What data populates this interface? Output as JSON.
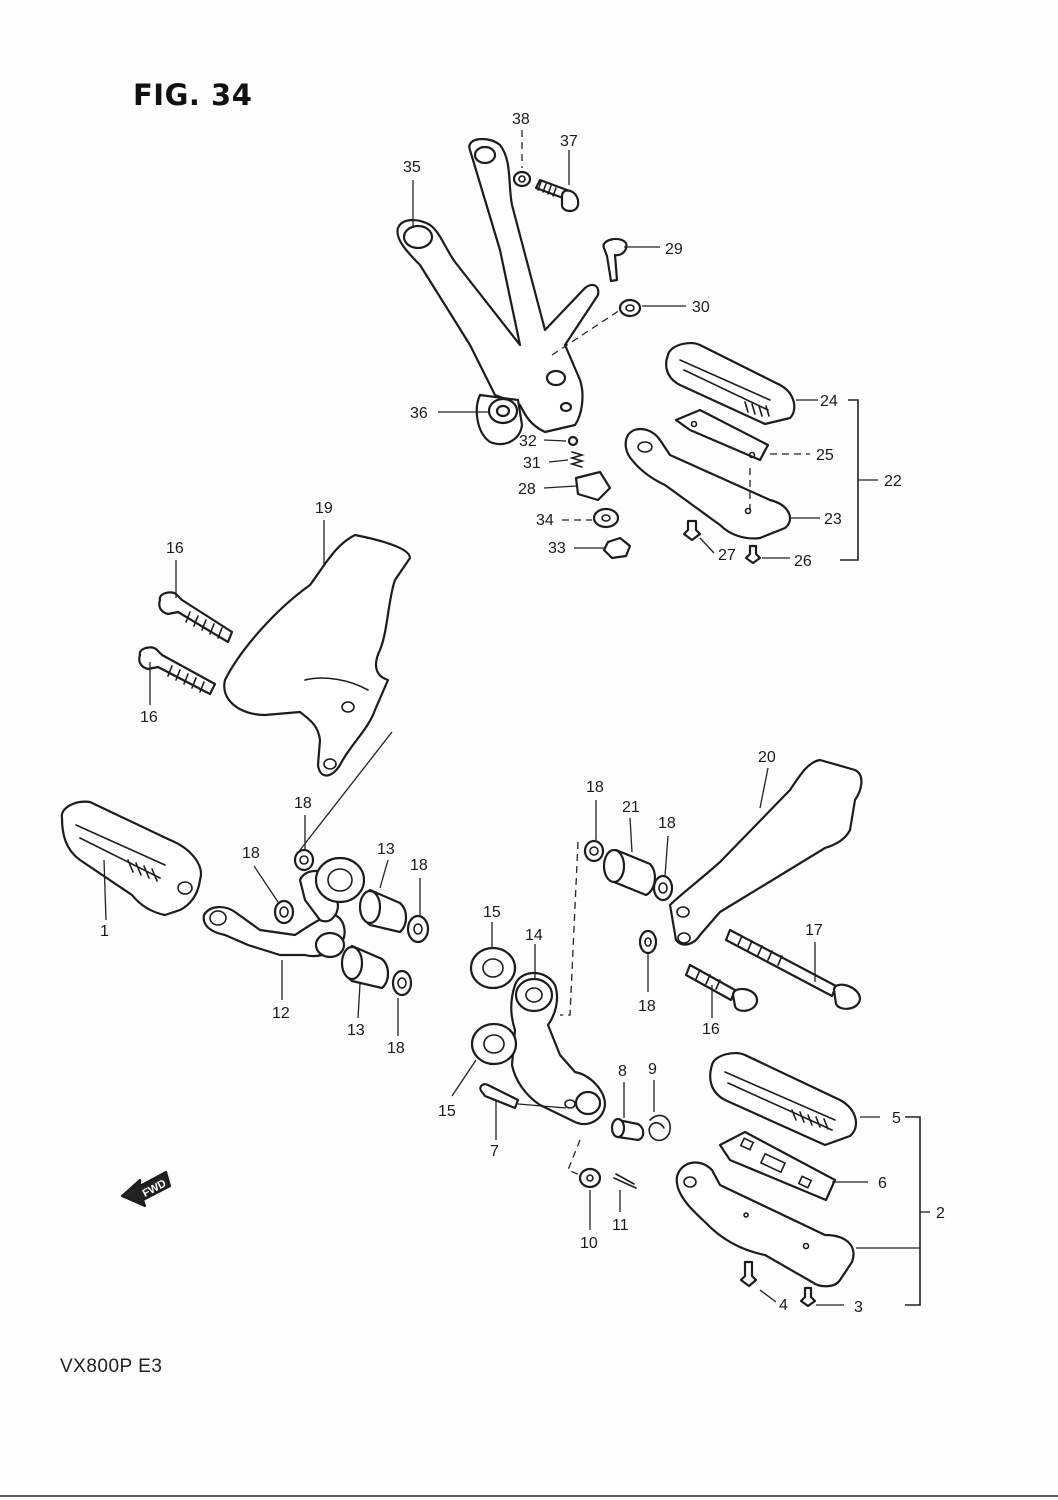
{
  "figure": {
    "title": "FIG. 34",
    "model_code": "VX800P  E3",
    "fwd_label": "FWD"
  },
  "callouts": {
    "c1": "1",
    "c2": "2",
    "c3": "3",
    "c4": "4",
    "c5": "5",
    "c6": "6",
    "c7": "7",
    "c8": "8",
    "c9": "9",
    "c10": "10",
    "c11": "11",
    "c12": "12",
    "c13a": "13",
    "c13b": "13",
    "c14": "14",
    "c15a": "15",
    "c15b": "15",
    "c16a": "16",
    "c16b": "16",
    "c16c": "16",
    "c17": "17",
    "c18a": "18",
    "c18b": "18",
    "c18c": "18",
    "c18d": "18",
    "c18e": "18",
    "c18f": "18",
    "c18g": "18",
    "c19": "19",
    "c20": "20",
    "c21": "21",
    "c22": "22",
    "c23": "23",
    "c24": "24",
    "c25": "25",
    "c26": "26",
    "c27": "27",
    "c28": "28",
    "c29": "29",
    "c30": "30",
    "c31": "31",
    "c32": "32",
    "c33": "33",
    "c34": "34",
    "c35": "35",
    "c36": "36",
    "c37": "37",
    "c38": "38"
  }
}
